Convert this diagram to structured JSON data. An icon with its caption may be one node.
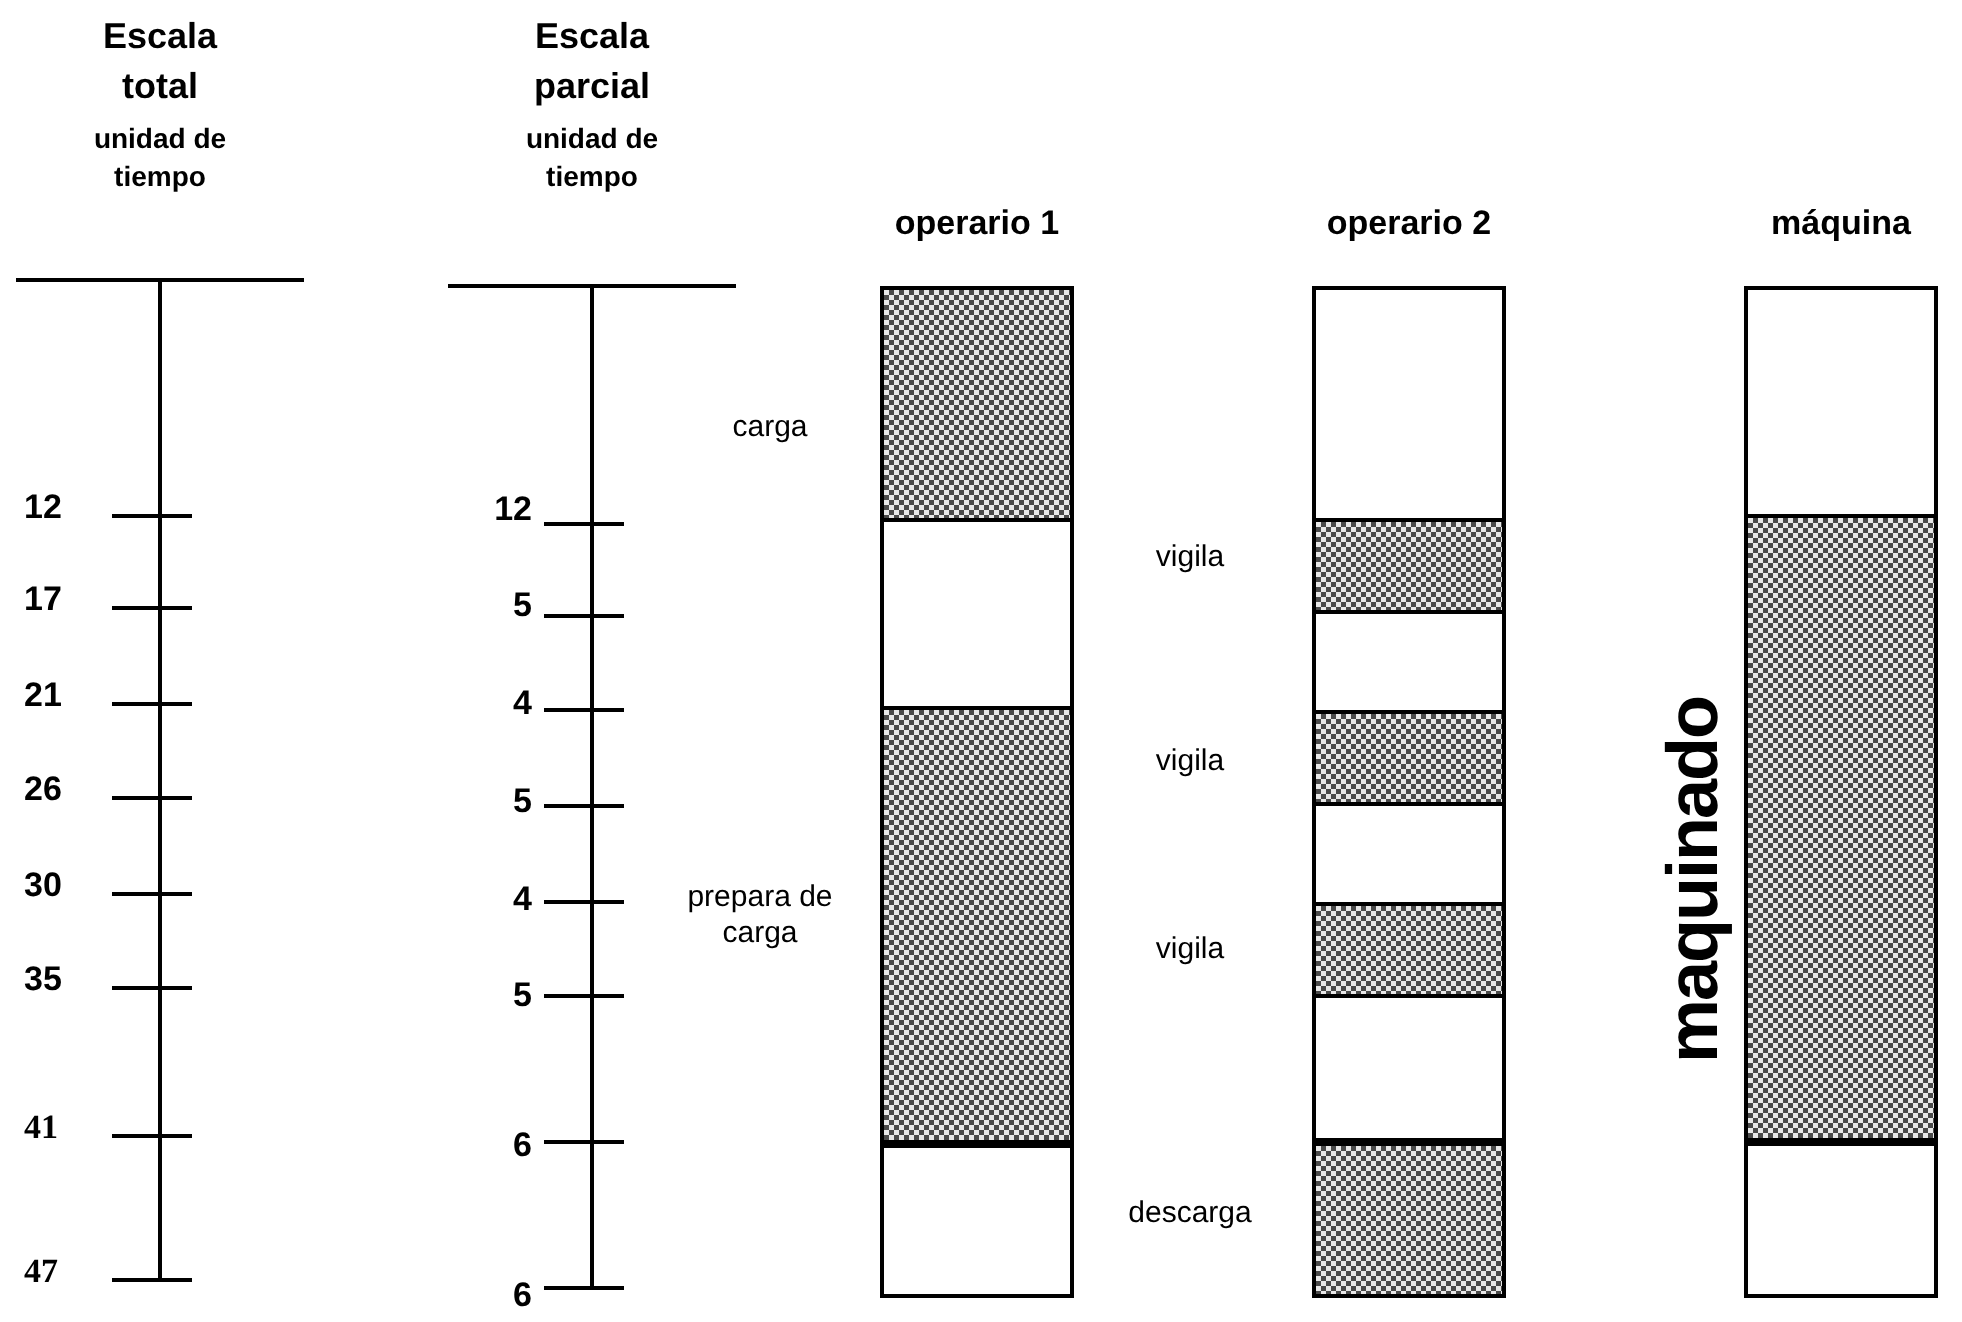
{
  "diagram": {
    "nodes": [
      {
        "text": [
          "operario 1"
        ]
      },
      {
        "text": [],
        "shape": "bar",
        "in": 0,
        "beside": [
          "carga"
        ]
      },
      {
        "text": [],
        "shape": "box",
        "in": 0
      },
      {
        "text": [],
        "shape": "bar",
        "in": 0,
        "beside": [
          "prepara de carga"
        ]
      },
      {
        "text": [],
        "shape": "box",
        "in": 0
      },
      {
        "text": [
          "operario 2"
        ]
      },
      {
        "text": [],
        "shape": "box",
        "in": 5
      },
      {
        "text": [],
        "shape": "bar",
        "in": 5,
        "beside": [
          "vigila"
        ]
      },
      {
        "text": [],
        "shape": "box",
        "in": 5
      },
      {
        "text": [],
        "shape": "bar",
        "in": 5,
        "beside": [
          "vigila"
        ]
      },
      {
        "text": [],
        "shape": "box",
        "in": 5
      },
      {
        "text": [],
        "shape": "bar",
        "in": 5,
        "beside": [
          "vigila"
        ]
      },
      {
        "text": [],
        "shape": "box",
        "in": 5
      },
      {
        "text": [],
        "shape": "bar",
        "in": 5,
        "beside": [
          "descarga"
        ]
      },
      {
        "text": [
          "máquina"
        ]
      },
      {
        "text": [],
        "shape": "box",
        "in": 14
      },
      {
        "text": [],
        "shape": "bar",
        "in": 14,
        "beside": [
          "maquinado"
        ]
      },
      {
        "text": [],
        "shape": "box",
        "in": 14
      }
    ],
    "labels": [
      "Escala total",
      "unidad de tiempo",
      "Escala parcial",
      "unidad de tiempo",
      "12",
      "17",
      "21",
      "26",
      "30",
      "35",
      "41",
      "47",
      "12",
      "5",
      "4",
      "5",
      "4",
      "5",
      "6",
      "6"
    ]
  }
}
